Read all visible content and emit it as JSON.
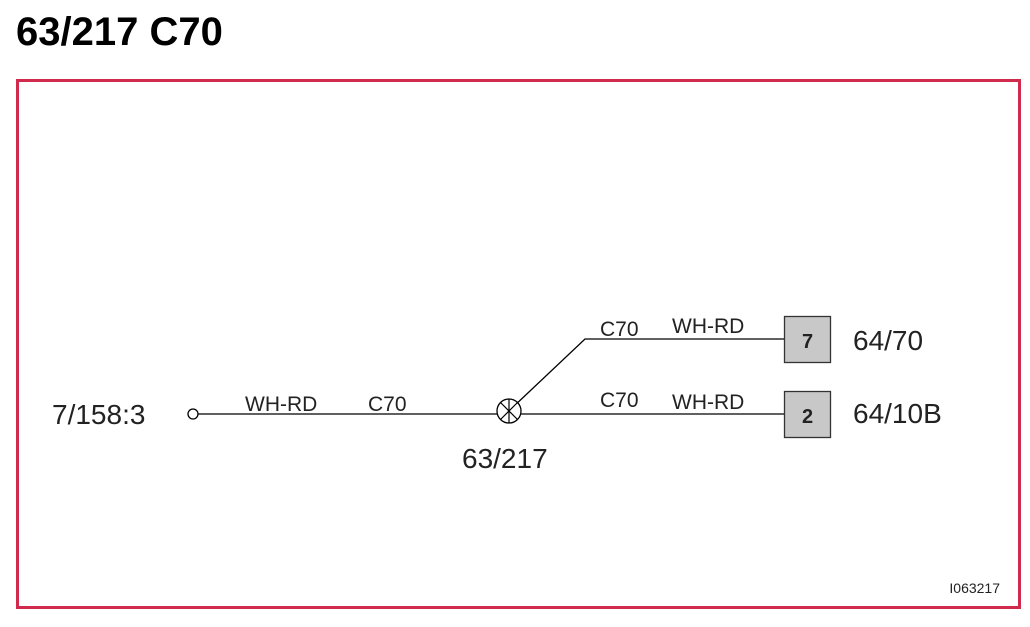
{
  "title": "63/217 C70",
  "image_id": "I063217",
  "colors": {
    "frame": "#d02a4c",
    "wire": "#000000",
    "text": "#222222",
    "connector_fill": "#c8c8c8",
    "connector_stroke": "#333333"
  },
  "source": {
    "label": "7/158:3",
    "wire_color": "WH-RD",
    "wire_variant": "C70"
  },
  "splice": {
    "label": "63/217",
    "icon": "splice-icon"
  },
  "branches": [
    {
      "wire_variant": "C70",
      "wire_color": "WH-RD",
      "pin": "7",
      "target": "64/70"
    },
    {
      "wire_variant": "C70",
      "wire_color": "WH-RD",
      "pin": "2",
      "target": "64/10B"
    }
  ]
}
